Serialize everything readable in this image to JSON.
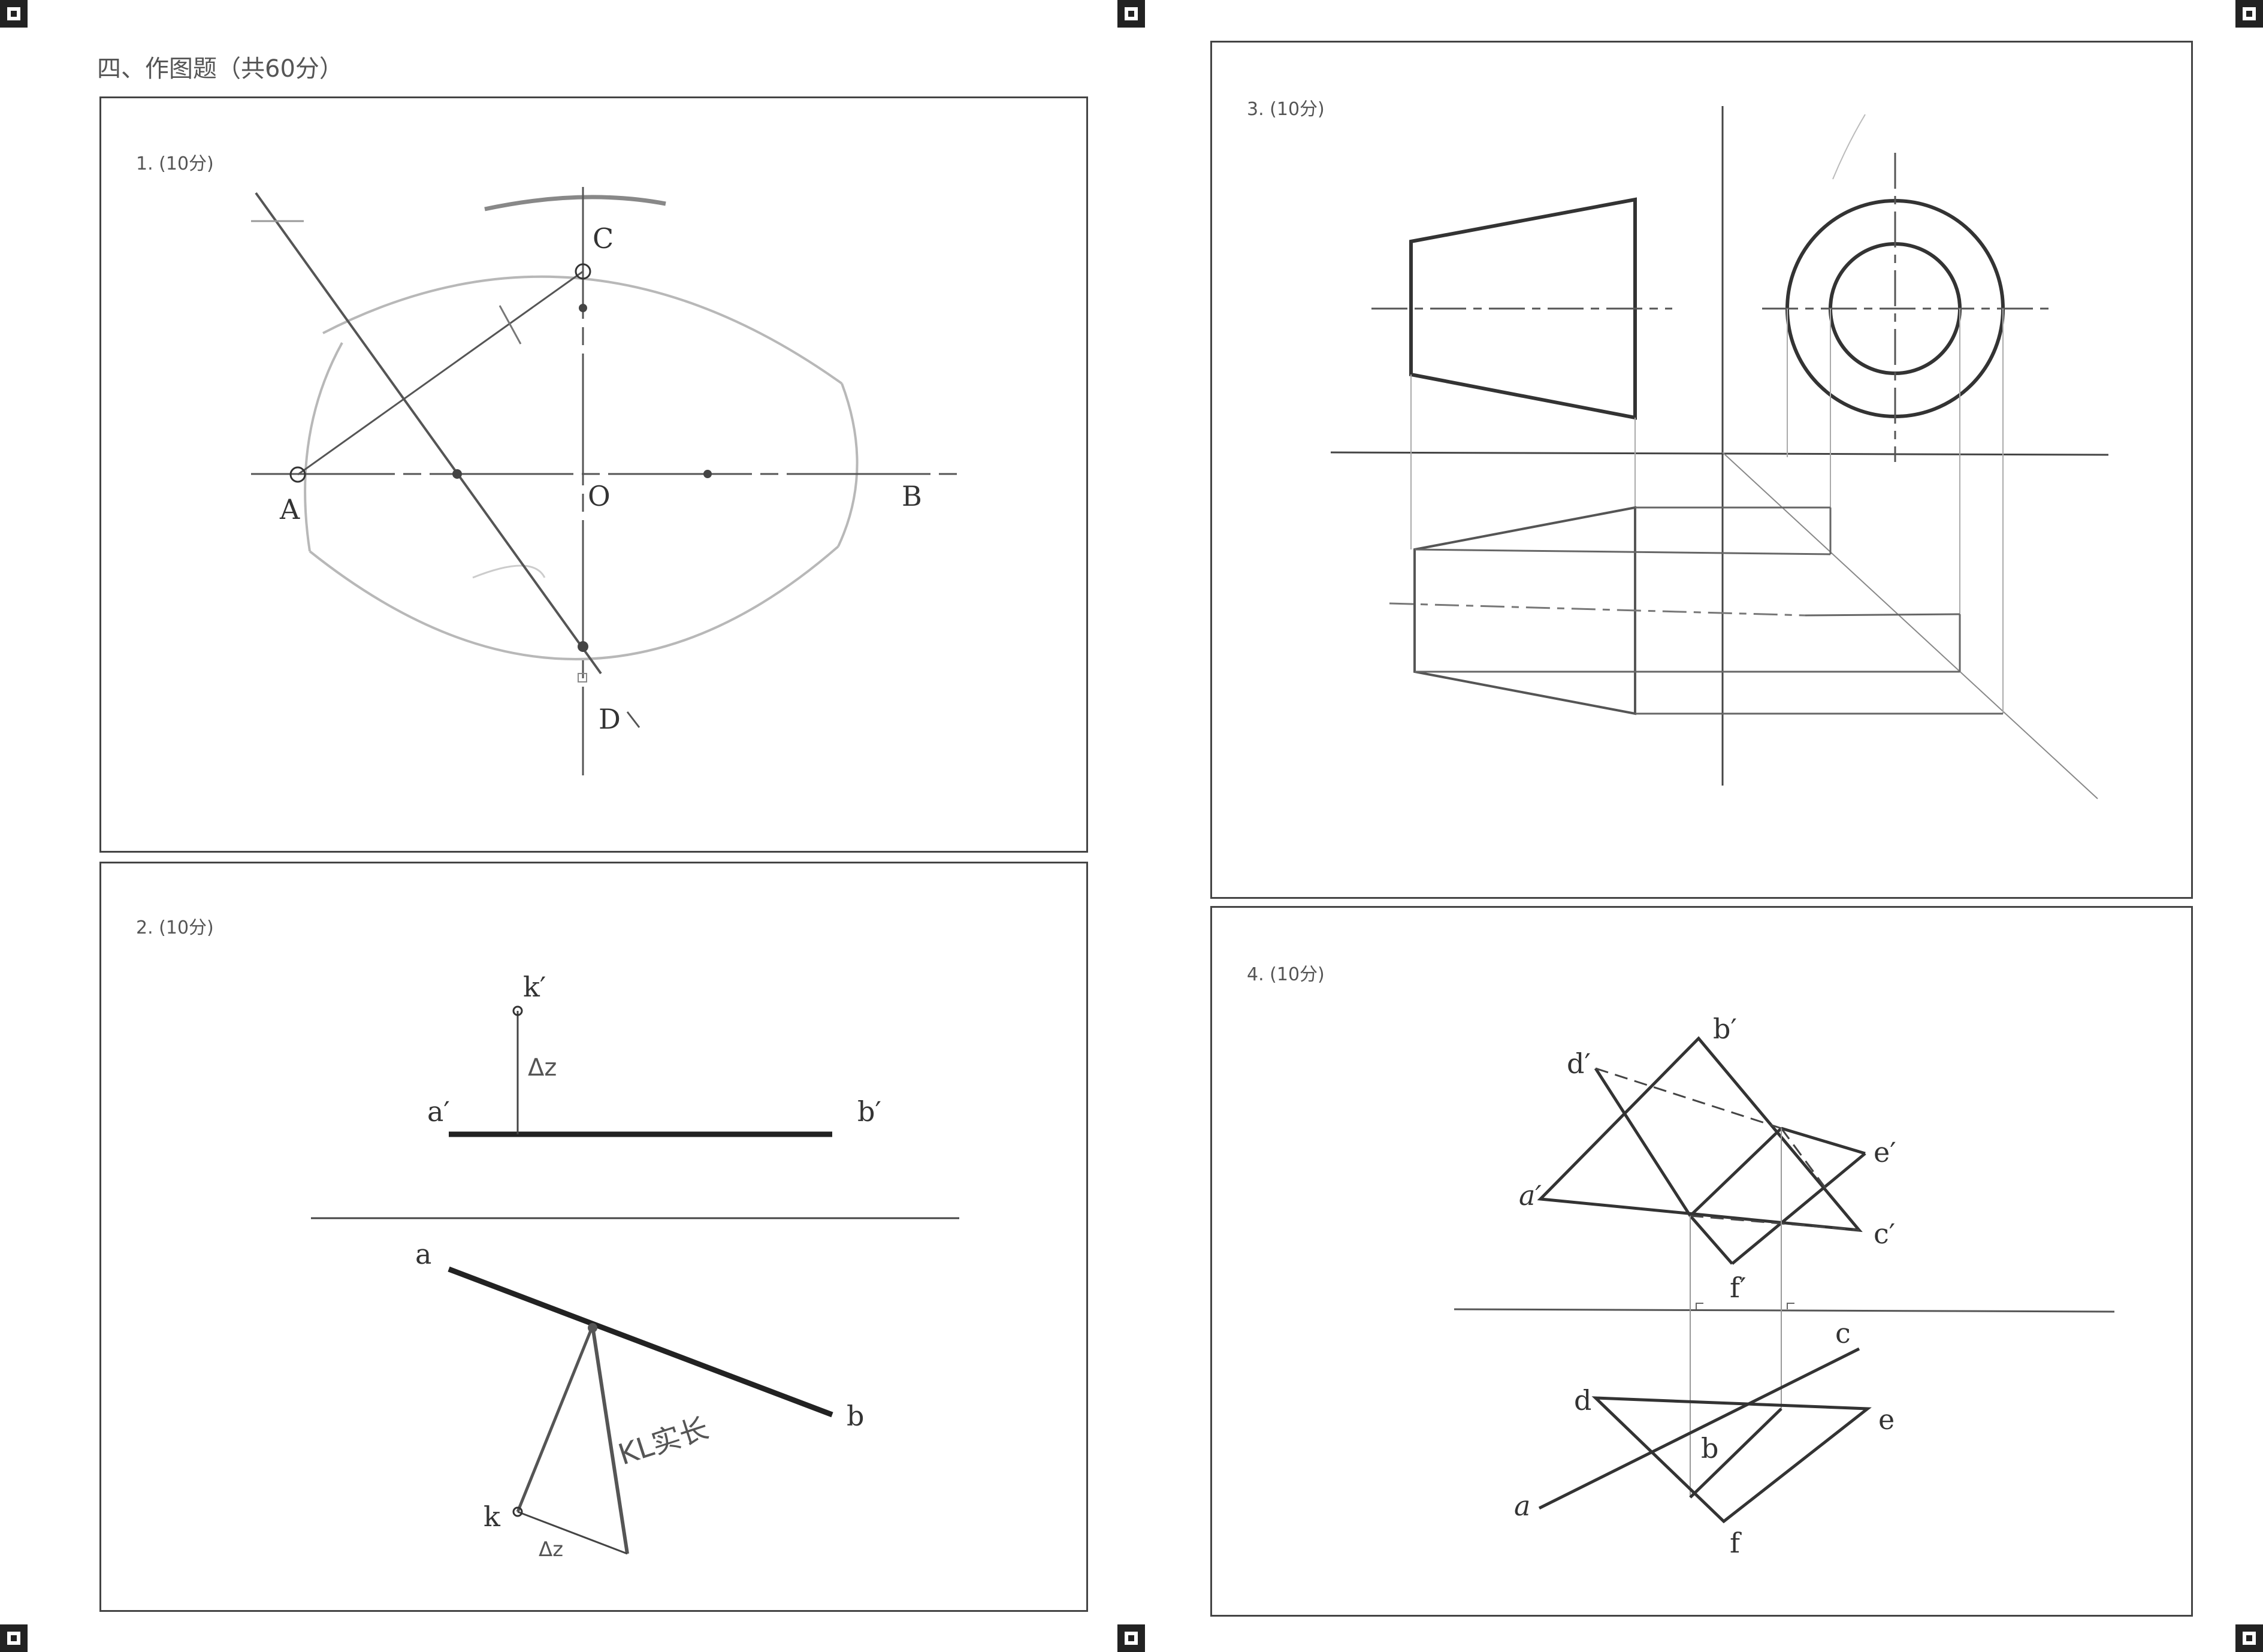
{
  "section_title": "四、作图题（共60分）",
  "problems": [
    {
      "label": "1. (10分)",
      "points": {
        "A": "A",
        "B": "B",
        "C": "C",
        "D": "D",
        "O": "O"
      }
    },
    {
      "label": "2. (10分)",
      "points": {
        "k_prime": "k′",
        "a_prime": "a′",
        "b_prime": "b′",
        "a": "a",
        "b": "b",
        "k": "k"
      },
      "annotations": {
        "dz_top": "Δz",
        "dz_bottom": "Δz",
        "true_length": "KL实长"
      }
    },
    {
      "label": "3. (10分)"
    },
    {
      "label": "4. (10分)",
      "points": {
        "b_prime": "b′",
        "d_prime": "d′",
        "e_prime": "e′",
        "a_prime": "a′",
        "c_prime": "c′",
        "f_prime": "f′",
        "c": "c",
        "d": "d",
        "e": "e",
        "b": "b",
        "a": "a",
        "f": "f"
      }
    }
  ]
}
